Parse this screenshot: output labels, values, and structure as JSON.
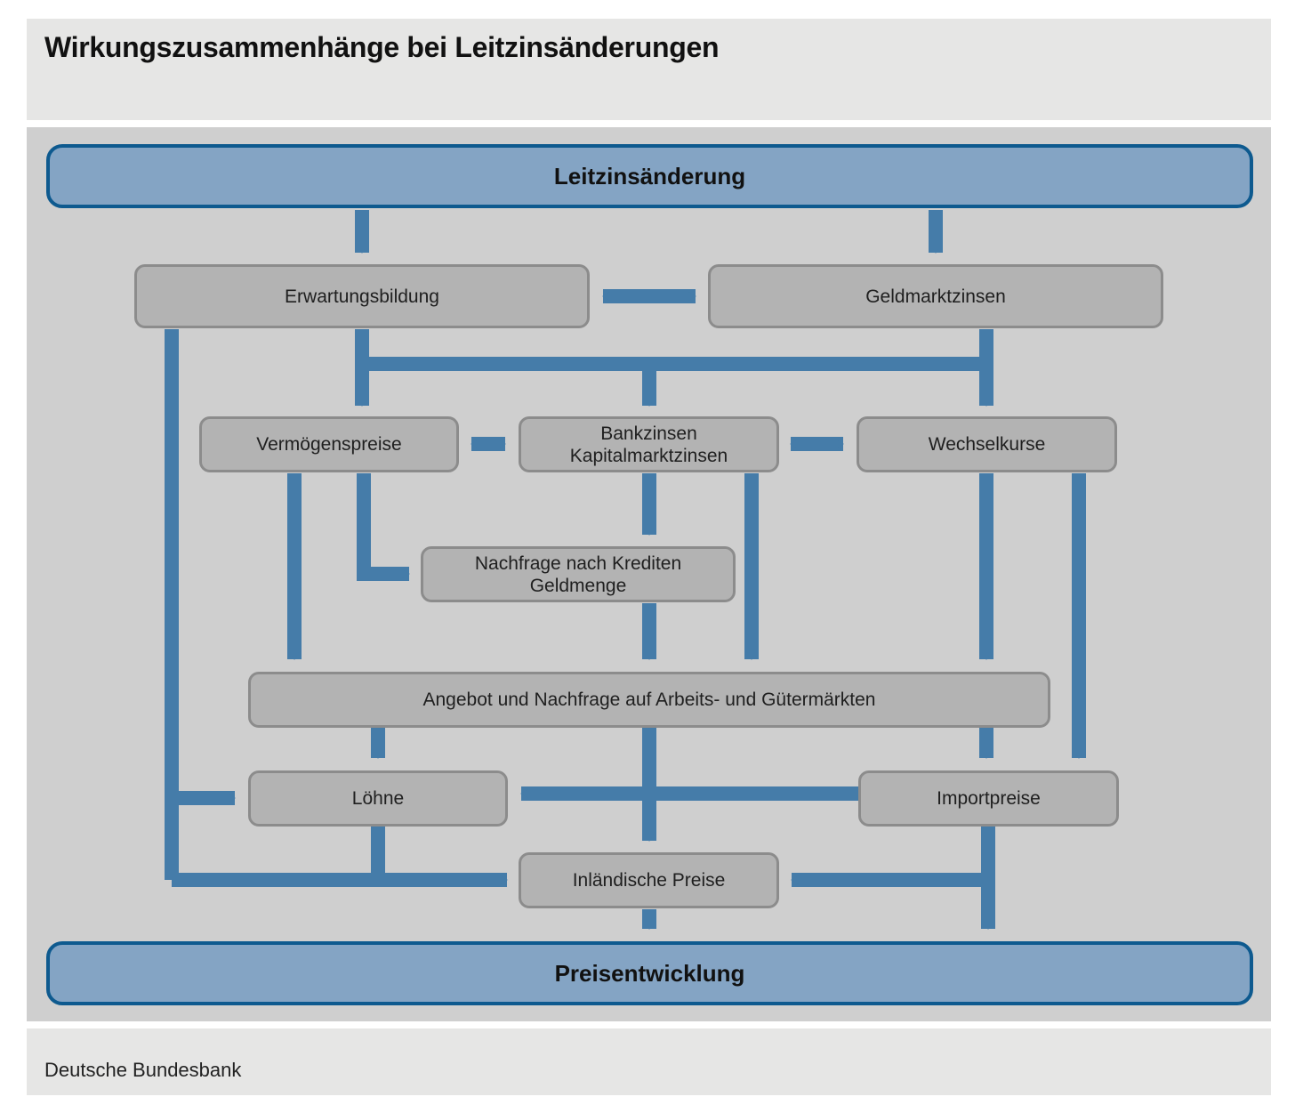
{
  "title": "Wirkungszusammenhänge bei Leitzinsänderungen",
  "source": "Deutsche Bundesbank",
  "colors": {
    "arrow": "#457ca9",
    "box_fill": "#b3b3b3",
    "box_border": "#8c8c8c",
    "major_fill": "#84a4c4",
    "major_border": "#0e5a8f"
  },
  "nodes": {
    "leitzins": "Leitzinsänderung",
    "erwartung": "Erwartungsbildung",
    "geldmarkt": "Geldmarktzinsen",
    "vermoegen": "Vermögenspreise",
    "bank_line1": "Bankzinsen",
    "bank_line2": "Kapitalmarktzinsen",
    "wechsel": "Wechselkurse",
    "kredit_line1": "Nachfrage nach Krediten",
    "kredit_line2": "Geldmenge",
    "angebot": "Angebot und Nachfrage auf Arbeits- und Gütermärkten",
    "loehne": "Löhne",
    "import": "Importpreise",
    "inland": "Inländische Preise",
    "preis": "Preisentwicklung"
  }
}
